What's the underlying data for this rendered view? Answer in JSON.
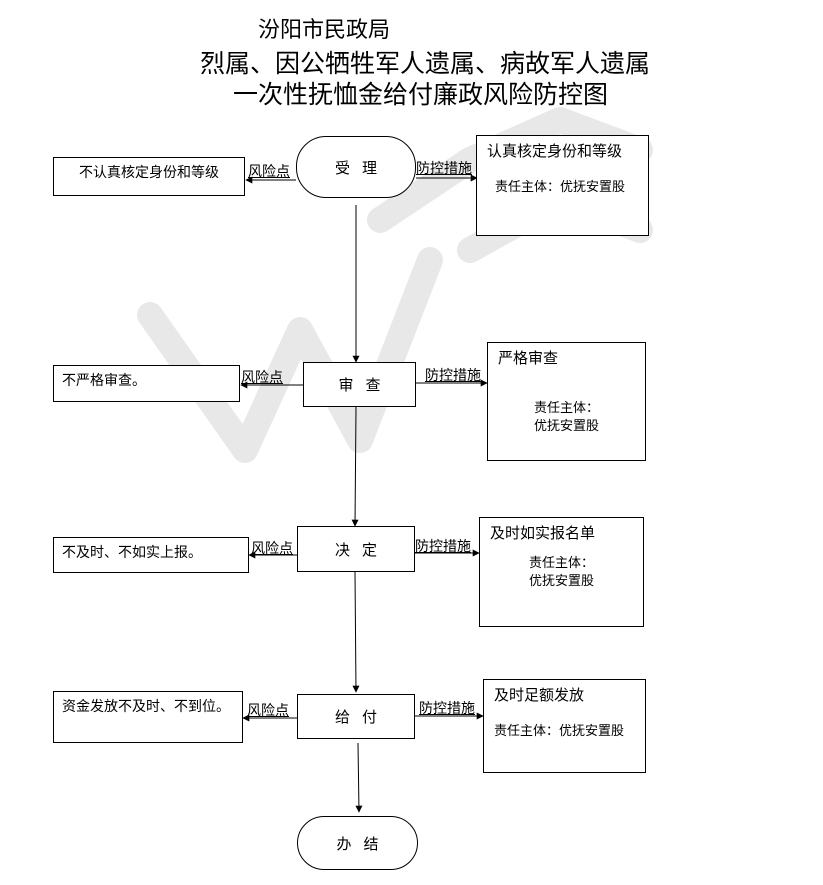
{
  "header": {
    "line1": "汾阳市民政局",
    "line2": "烈属、因公牺牲军人遗属、病故军人遗属",
    "line3": "一次性抚恤金给付廉政风险防控图"
  },
  "labels": {
    "risk": "风险点",
    "control": "防控措施"
  },
  "steps": [
    {
      "name": "受理",
      "risk": "不认真核定身份和等级",
      "control_title": "认真核定身份和等级",
      "responsible": "责任主体：优抚安置股"
    },
    {
      "name": "审查",
      "risk": "不严格审查。",
      "control_title": "严格审查",
      "responsible_label": "责任主体：",
      "responsible_unit": "优抚安置股"
    },
    {
      "name": "决定",
      "risk": "不及时、不如实上报。",
      "control_title": "及时如实报名单",
      "responsible_label": "责任主体：",
      "responsible_unit": "优抚安置股"
    },
    {
      "name": "给付",
      "risk": "资金发放不及时、不到位。",
      "control_title": "及时足额发放",
      "responsible": "责任主体：优抚安置股"
    }
  ],
  "end_step": "办结"
}
